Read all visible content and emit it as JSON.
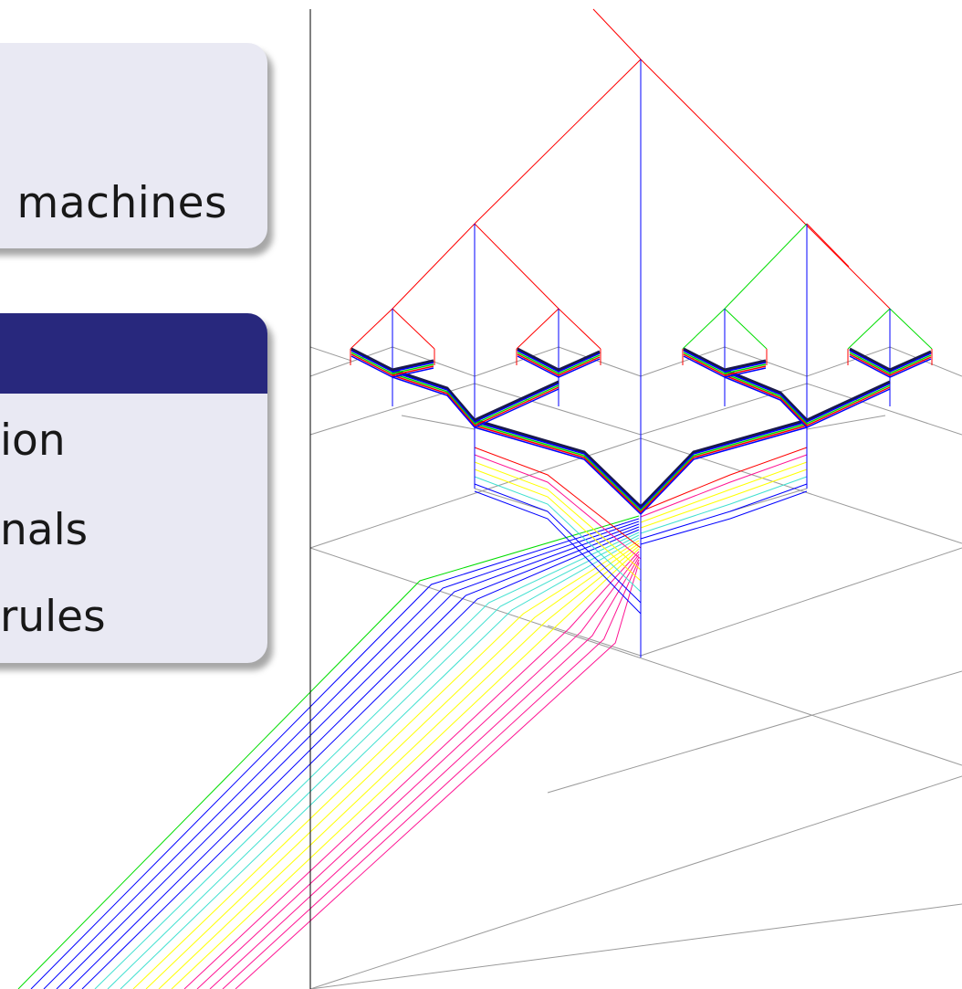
{
  "slide": {
    "block_top_text": "machines",
    "block_bottom_items": [
      "ion",
      "nals",
      "rules"
    ]
  },
  "diagram": {
    "colors": {
      "grid": "#9a9a9a",
      "axis": "#000000",
      "red": "#ff0000",
      "blue": "#0000ff",
      "green": "#00dd00",
      "dark": "#1a1a4a",
      "yellow": "#ffff00",
      "cyan": "#40e0d0",
      "magenta": "#ff1493"
    }
  }
}
